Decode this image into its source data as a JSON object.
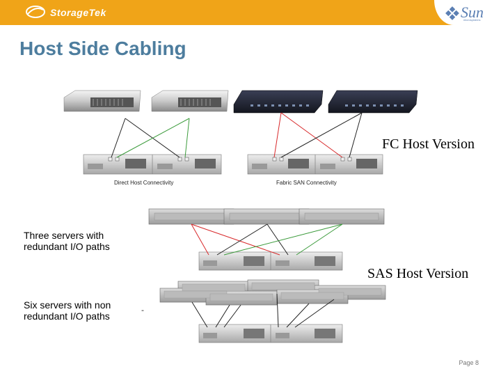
{
  "header": {
    "brand_left": "StorageTek",
    "brand_right": "Sun",
    "brand_right_sub": "microsystems",
    "color": "#f0a418"
  },
  "title": "Host Side Cabling",
  "fc": {
    "version_label": "FC Host Version",
    "direct_label": "Direct Host Connectivity",
    "fabric_label": "Fabric SAN Connectivity"
  },
  "sas": {
    "version_label": "SAS Host Version",
    "three_servers": [
      "Three servers with",
      "redundant I/O paths"
    ],
    "six_servers": [
      "Six servers with non",
      "redundant I/O paths"
    ],
    "dash": "-"
  },
  "page": "Page 8",
  "colors": {
    "title": "#4d7d9e",
    "cable_red": "#d8282a",
    "cable_green": "#3a9a3a",
    "cable_black": "#222222"
  }
}
